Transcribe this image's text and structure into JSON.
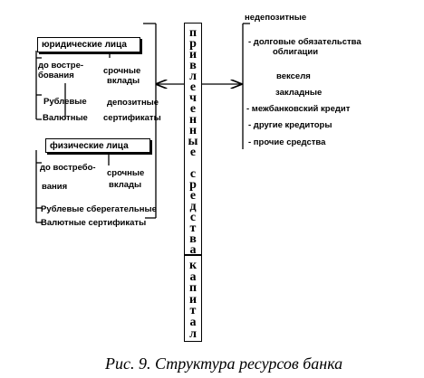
{
  "center": {
    "attracted_letters": [
      "п",
      "р",
      "и",
      "в",
      "л",
      "е",
      "ч",
      "е",
      "н",
      "н",
      "ы",
      "е",
      " ",
      "с",
      "р",
      "е",
      "д",
      "с",
      "т",
      "в",
      "а"
    ],
    "capital_letters": [
      "к",
      "а",
      "п",
      "и",
      "т",
      "а",
      "л"
    ]
  },
  "legal": {
    "title": "юридические лица",
    "demand_1": "до востре-",
    "demand_2": "бования",
    "term_1": "срочные",
    "term_2": "вклады",
    "rub": "Рублевые",
    "dep": "депозитные",
    "val": "Валютные",
    "cert": "сертификаты"
  },
  "individuals": {
    "title": "физические лица",
    "demand_1": "до востребо-",
    "demand_2": "вания",
    "term_1": "срочные",
    "term_2": "вклады",
    "rub": "Рублевые сберегательные",
    "val": "Валютные сертификаты"
  },
  "right": {
    "header": "недепозитные",
    "items": [
      "- долговые обязательства",
      "облигации",
      "векселя",
      "закладные",
      "- межбанковский кредит",
      "- другие кредиторы",
      "- прочие средства"
    ]
  },
  "caption": "Рис. 9. Структура ресурсов банка"
}
